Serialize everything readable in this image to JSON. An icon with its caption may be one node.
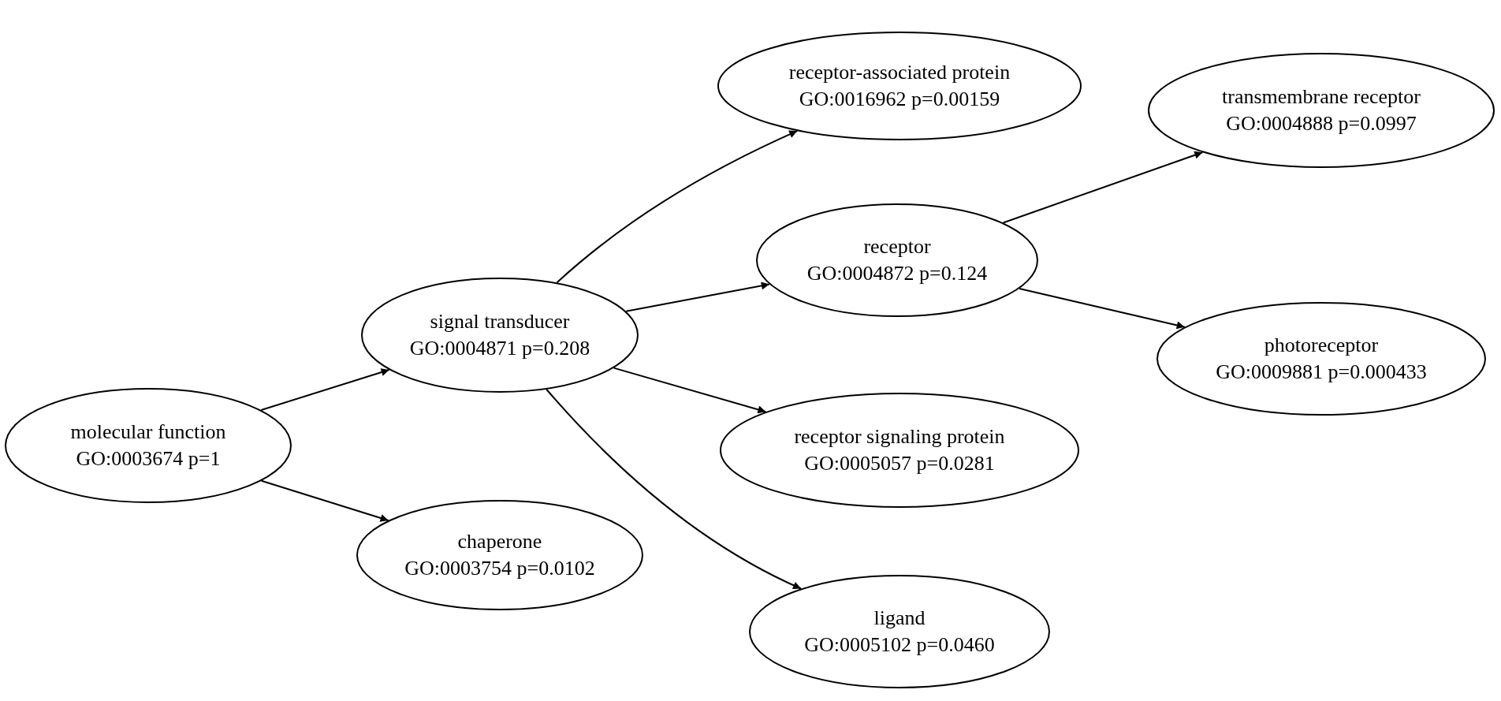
{
  "diagram": {
    "nodes": [
      {
        "text": [
          "molecular function",
          "GO:0003674 p=1"
        ]
      },
      {
        "text": [
          "signal transducer",
          "GO:0004871 p=0.208"
        ]
      },
      {
        "text": [
          "chaperone",
          "GO:0003754 p=0.0102"
        ]
      },
      {
        "text": [
          "receptor-associated protein",
          "GO:0016962 p=0.00159"
        ]
      },
      {
        "text": [
          "receptor",
          "GO:0004872 p=0.124"
        ]
      },
      {
        "text": [
          "receptor signaling protein",
          "GO:0005057 p=0.0281"
        ]
      },
      {
        "text": [
          "ligand",
          "GO:0005102 p=0.0460"
        ]
      },
      {
        "text": [
          "transmembrane receptor",
          "GO:0004888 p=0.0997"
        ]
      },
      {
        "text": [
          "photoreceptor",
          "GO:0009881 p=0.000433"
        ]
      }
    ],
    "edges": [
      {
        "from": 0,
        "to": 1,
        "arrow": "to"
      },
      {
        "from": 0,
        "to": 2,
        "arrow": "to"
      },
      {
        "from": 1,
        "to": 3,
        "arrow": "to"
      },
      {
        "from": 1,
        "to": 4,
        "arrow": "to"
      },
      {
        "from": 1,
        "to": 5,
        "arrow": "to"
      },
      {
        "from": 1,
        "to": 6,
        "arrow": "to"
      },
      {
        "from": 4,
        "to": 7,
        "arrow": "to"
      },
      {
        "from": 4,
        "to": 8,
        "arrow": "to"
      }
    ]
  }
}
